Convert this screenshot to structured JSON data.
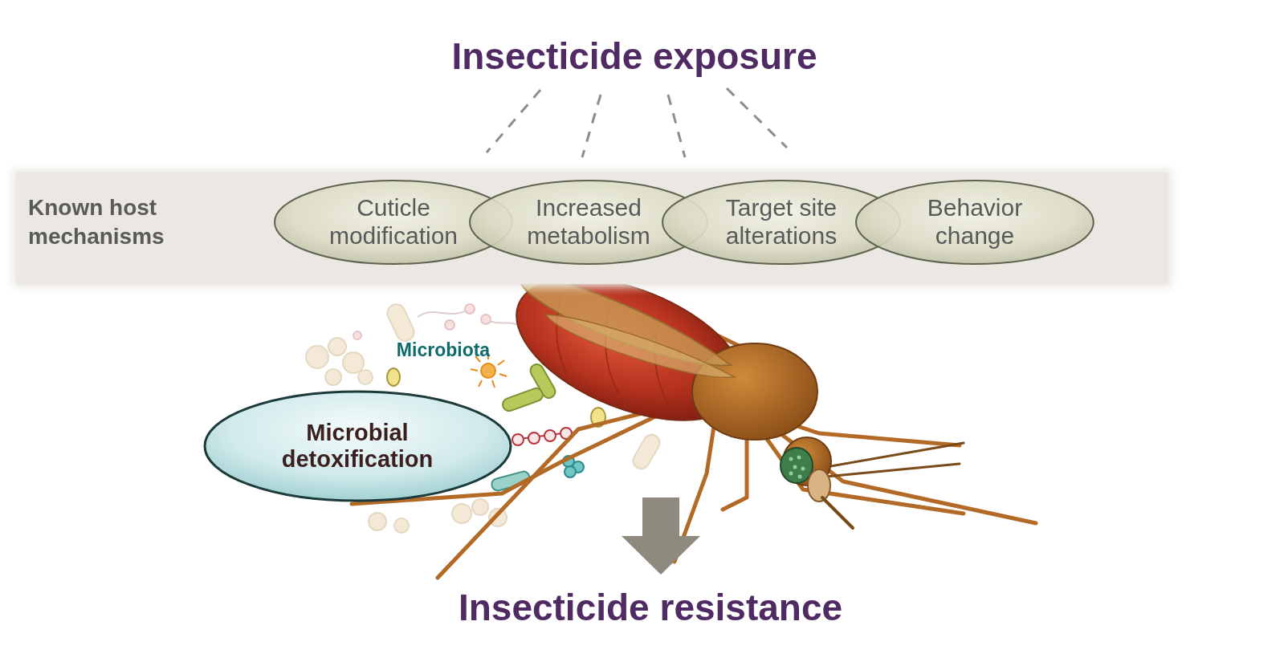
{
  "diagram": {
    "title": "Insecticide exposure",
    "nodes": [
      {
        "text": [
          "Known host mechanisms"
        ]
      },
      {
        "text": [
          "Cuticle modification"
        ],
        "in": 0
      },
      {
        "text": [
          "Increased metabolism"
        ],
        "in": 0
      },
      {
        "text": [
          "Target site alterations"
        ],
        "in": 0
      },
      {
        "text": [
          "Behavior change"
        ],
        "in": 0
      },
      {
        "text": [
          "Microbial detoxification"
        ]
      }
    ],
    "labels": [
      "Microbiota",
      "Insecticide resistance"
    ]
  }
}
